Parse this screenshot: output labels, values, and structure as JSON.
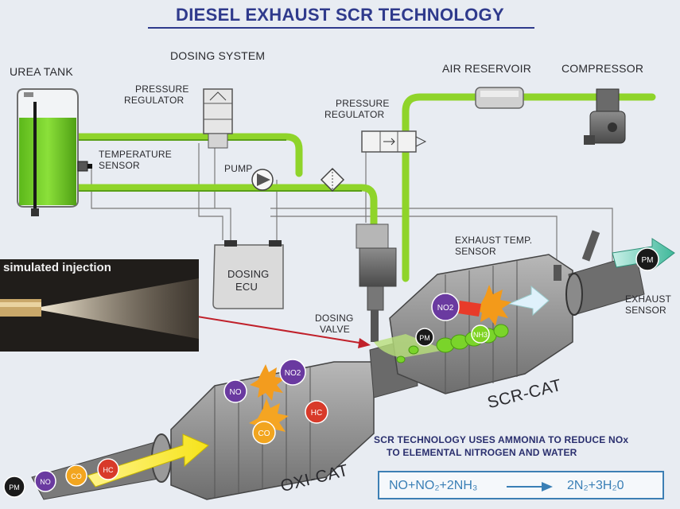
{
  "title": "DIESEL EXHAUST SCR TECHNOLOGY",
  "labels": {
    "urea_tank": "UREA TANK",
    "dosing_system": "DOSING SYSTEM",
    "pressure_regulator_1a": "PRESSURE",
    "pressure_regulator_1b": "REGULATOR",
    "pressure_regulator_2a": "PRESSURE",
    "pressure_regulator_2b": "REGULATOR",
    "air_reservoir": "AIR RESERVOIR",
    "compressor": "COMPRESSOR",
    "temperature_a": "TEMPERATURE",
    "temperature_b": "SENSOR",
    "pump": "PUMP",
    "dosing_ecu_a": "DOSING",
    "dosing_ecu_b": "ECU",
    "exhaust_temp_a": "EXHAUST TEMP.",
    "exhaust_temp_b": "SENSOR",
    "exhaust_sensor_a": "EXHAUST",
    "exhaust_sensor_b": "SENSOR",
    "dosing_valve_a": "DOSING",
    "dosing_valve_b": "VALVE",
    "simulated_injection": "simulated injection",
    "scr_cat": "SCR-CAT",
    "oxi_cat": "OXI-CAT"
  },
  "note_line1": "SCR TECHNOLOGY USES AMMONIA TO REDUCE NOx",
  "note_line2": "TO ELEMENTAL NITROGEN AND WATER",
  "equation_left": "NO+NO₂+2NH₃",
  "equation_right": "2N₂+3H₂0",
  "molecules": {
    "pm": "PM",
    "no": "NO",
    "co": "CO",
    "hc": "HC",
    "no2": "NO2",
    "nh3": "NH3"
  },
  "colors": {
    "title": "#2f3a8c",
    "urea_green": "#7ed321",
    "pipe_green": "#8fd42a",
    "catalyst_grey": "#8a8a8a",
    "pm_black": "#1a1a1a",
    "no_purple": "#6a3aa0",
    "co_orange": "#f2a51f",
    "hc_red": "#d83a2a",
    "equation_blue": "#3a7fb6"
  }
}
